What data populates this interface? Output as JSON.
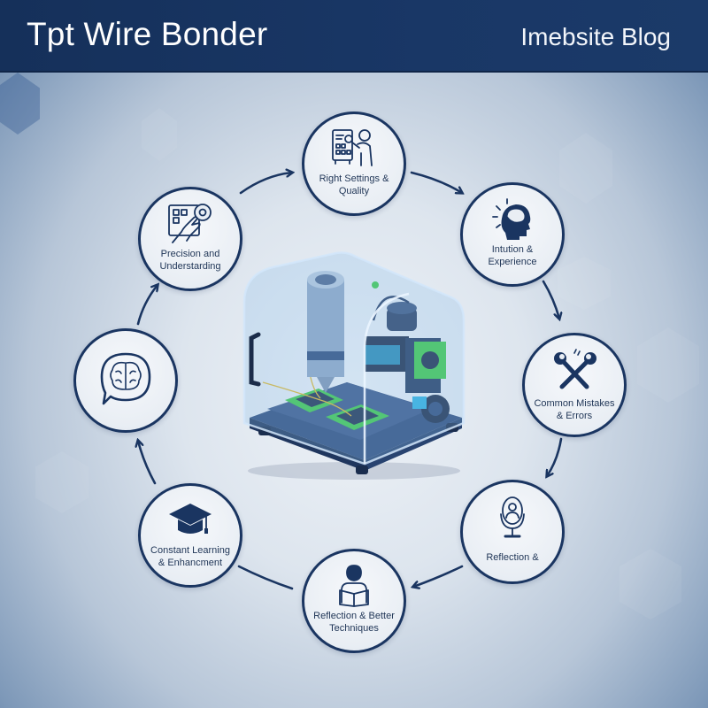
{
  "header": {
    "title": "Tpt Wire Bonder",
    "blog_name": "Imebsite Blog"
  },
  "colors": {
    "header_bg": "#17325e",
    "node_stroke": "#1a3561",
    "text": "#1f3556",
    "accent_green": "#3ec94a"
  },
  "center": {
    "image": "wire-bonder-machine-illustration"
  },
  "cycle": {
    "nodes": [
      {
        "id": "right-settings",
        "label_line1": "Right Settings &",
        "label_line2": "Quality",
        "icon": "engineer-at-control-panel-icon"
      },
      {
        "id": "intuition",
        "label_line1": "Intution &",
        "label_line2": "Experience",
        "icon": "head-brain-idea-icon"
      },
      {
        "id": "common-mistakes",
        "label_line1": "Common Mistakes",
        "label_line2": "& Errors",
        "icon": "crossed-wrenches-icon"
      },
      {
        "id": "reflection",
        "label_line1": "Reflection &",
        "label_line2": "",
        "icon": "mirror-person-icon"
      },
      {
        "id": "reflection-better",
        "label_line1": "Reflection & Better",
        "label_line2": "Techniques",
        "icon": "person-reading-book-icon"
      },
      {
        "id": "constant-learning",
        "label_line1": "Constant Learning",
        "label_line2": "& Enhancment",
        "icon": "graduation-cap-icon"
      },
      {
        "id": "brain-chat",
        "label_line1": "",
        "label_line2": "",
        "icon": "brain-speech-bubble-icon"
      },
      {
        "id": "precision",
        "label_line1": "Precision and",
        "label_line2": "Understarding",
        "icon": "hand-touch-panel-gear-icon"
      }
    ]
  }
}
